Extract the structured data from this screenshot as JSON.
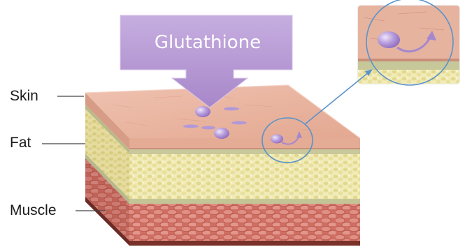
{
  "callout": {
    "text": "Glutathione"
  },
  "layers": {
    "skin": "Skin",
    "fat": "Fat",
    "muscle": "Muscle"
  },
  "colors": {
    "callout_fill": "#b79ad3",
    "skin": "#e9b7a3",
    "fat": "#efe8b4",
    "muscle": "#d77d72",
    "molecule": "#b69bd9",
    "magnifier_ring": "#5a93c9"
  }
}
